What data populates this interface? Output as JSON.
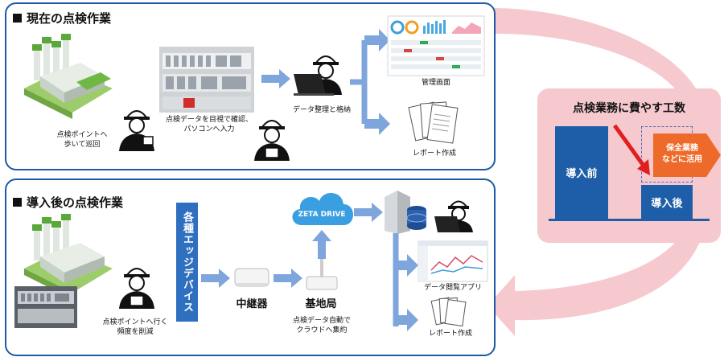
{
  "current": {
    "title": "現在の点検作業",
    "walk_label": [
      "点検ポイントへ",
      "歩いて巡回"
    ],
    "input_label": [
      "点検データを目視で確認、",
      "パソコンへ入力"
    ],
    "organize_label": "データ整理と格納",
    "dashboard_label": "管理画面",
    "report_label": "レポート作成"
  },
  "after": {
    "title": "導入後の点検作業",
    "edge_devices": "各種エッジデバイス",
    "relay": "中継器",
    "base_station": "基地局",
    "cloud_brand": "ZETA DRIVE",
    "reduce_label": [
      "点検ポイントへ行く",
      "頻度を削減"
    ],
    "auto_label": [
      "点検データ自動で",
      "クラウドへ集約"
    ],
    "viewer_label": "データ閲覧アプリ",
    "report_label": "レポート作成"
  },
  "effort": {
    "title": "点検業務に費やす工数",
    "before": "導入前",
    "after": "導入後",
    "redirect": [
      "保全業務",
      "などに活用"
    ]
  },
  "colors": {
    "panel_border": "#1c5aa8",
    "arrow": "#7ea6dc",
    "bar_blue": "#1e5ea8",
    "pink": "#f6c9cf",
    "orange": "#ee6a2a",
    "red": "#e02020"
  }
}
